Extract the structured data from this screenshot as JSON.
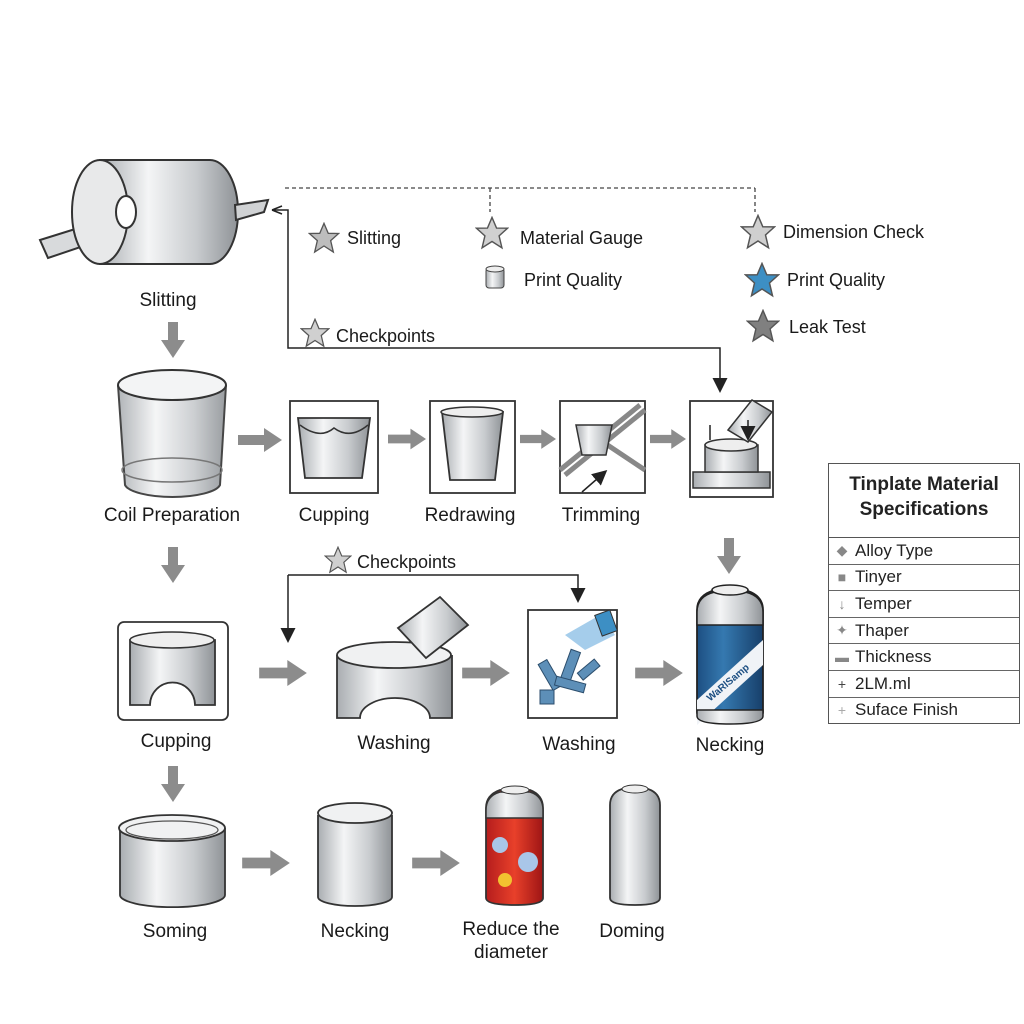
{
  "steps": {
    "slitting": "Slitting",
    "coil_preparation": "Coil Preparation",
    "cupping_top": "Cupping",
    "redrawing": "Redrawing",
    "trimming": "Trimming",
    "cupping": "Cupping",
    "washing_1": "Washing",
    "washing_2": "Washing",
    "necking_right": "Necking",
    "soming": "Soming",
    "necking": "Necking",
    "reduce_line1": "Reduce the",
    "reduce_line2": "diameter",
    "doming": "Doming"
  },
  "legend": {
    "slitting": "Slitting",
    "material_gauge": "Material Gauge",
    "print_quality_1": "Print Quality",
    "dimension_check": "Dimension Check",
    "print_quality_2": "Print Quality",
    "leak_test": "Leak Test",
    "checkpoints_1": "Checkpoints",
    "checkpoints_2": "Checkpoints"
  },
  "can_logo_text": "WaRlSamp",
  "colors": {
    "accent_blue": "#3d8fc4",
    "star_gray": "#bdbdbd",
    "star_dark": "#808080",
    "arrow_gray": "#8c8c8c"
  },
  "spec_table": {
    "title_line1": "Tinplate Material",
    "title_line2": "Specifications",
    "rows": [
      {
        "icon": "drop-icon",
        "label": "Alloy Type"
      },
      {
        "icon": "square-icon",
        "label": "Tinyer"
      },
      {
        "icon": "thermometer-icon",
        "label": "Temper"
      },
      {
        "icon": "sparkle-icon",
        "label": "Thaper"
      },
      {
        "icon": "rectangle-icon",
        "label": "Thickness"
      },
      {
        "icon": "plus-icon",
        "label": "2LM.ml"
      },
      {
        "icon": "plus-light-icon",
        "label": "Suface Finish"
      }
    ]
  }
}
